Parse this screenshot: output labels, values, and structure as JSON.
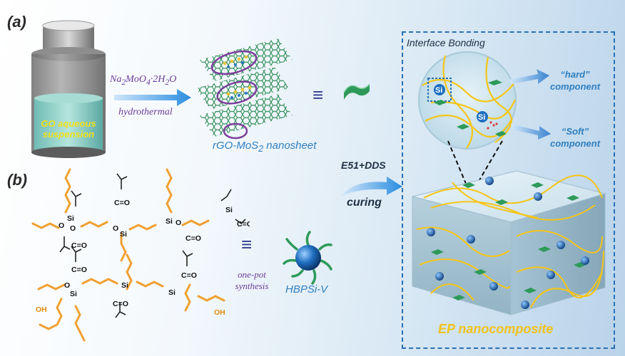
{
  "panel_a": {
    "label": "(a)",
    "container_text_line1": "GO aqueous",
    "container_text_line2": "suspension",
    "reagent_prefix": "Na",
    "reagent_sub1": "2",
    "reagent_mid": "MoO",
    "reagent_sub2": "4",
    "reagent_suffix": "·2H",
    "reagent_sub3": "2",
    "reagent_end": "O",
    "condition": "hydrothermal",
    "product_prefix": "rGO-MoS",
    "product_sub": "2",
    "product_suffix": " nanosheet",
    "equiv_symbol": "≡"
  },
  "panel_b": {
    "label": "(b)",
    "equiv_symbol": "≡",
    "method_line1": "one-pot",
    "method_line2": "synthesis",
    "product": "HBPSi-V",
    "reagents": "E51+DDS",
    "process": "curing",
    "atom_o": "O",
    "atom_si": "Si",
    "atom_c": "C",
    "terminal": "OH",
    "carbonyl": "C=O"
  },
  "composite": {
    "interface_title": "Interface Bonding",
    "hard_line1": "“hard”",
    "hard_line2": "component",
    "soft_line1": "“Soft”",
    "soft_line2": "component",
    "si_label": "Si",
    "title": "EP nanocomposite"
  },
  "colors": {
    "orange_chain": "#f0a030",
    "green_sheet": "#2e9a5a",
    "blue_sphere": "#1e6fc0",
    "yellow_network": "#f5c518",
    "purple_text": "#6b3c99",
    "blue_text": "#2f7fc0"
  }
}
